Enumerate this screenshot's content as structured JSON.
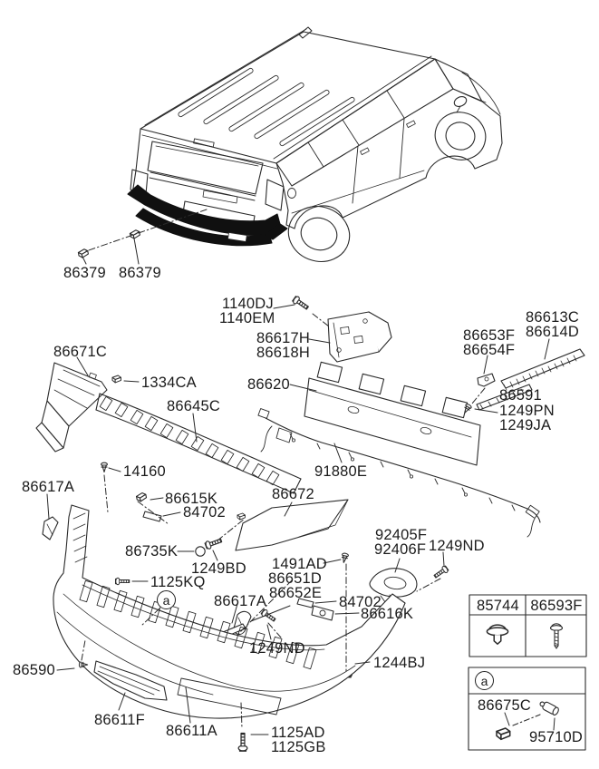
{
  "figure": {
    "kind": "exploded-parts-diagram",
    "vehicle_view": "suv-rear-three-quarter-isometric"
  },
  "colors": {
    "line": "#2a2a2a",
    "bumper_fill": "#101010",
    "background": "#ffffff"
  },
  "labels": {
    "b86379a": "86379",
    "b86379b": "86379",
    "b1140dj": "1140DJ",
    "b1140em": "1140EM",
    "b86617h": "86617H",
    "b86618h": "86618H",
    "b86620": "86620",
    "b86613c": "86613C",
    "b86614d": "86614D",
    "b86653f": "86653F",
    "b86654f": "86654F",
    "b86591": "86591",
    "b1249pn": "1249PN",
    "b1249ja": "1249JA",
    "b86671c": "86671C",
    "b1334ca": "1334CA",
    "b86645c": "86645C",
    "b14160": "14160",
    "b86617a1": "86617A",
    "b86615k": "86615K",
    "b84702a": "84702",
    "b86672": "86672",
    "b91880e": "91880E",
    "b86735k": "86735K",
    "b1249bd": "1249BD",
    "b1125kq": "1125KQ",
    "b1491ad": "1491AD",
    "b86651d": "86651D",
    "b86652e": "86652E",
    "b86617a2": "86617A",
    "b84702b": "84702",
    "b86616k": "86616K",
    "b92405f": "92405F",
    "b92406f": "92406F",
    "b1249nd1": "1249ND",
    "b1249nd2": "1249ND",
    "b1244bj": "1244BJ",
    "b86590": "86590",
    "b86611f": "86611F",
    "b86611a": "86611A",
    "b1125ad": "1125AD",
    "b1125gb": "1125GB"
  },
  "legend_table": {
    "columns": [
      "85744",
      "86593F"
    ],
    "icons": [
      "grommet-clip-icon",
      "tapping-screw-icon"
    ]
  },
  "detail_box": {
    "marker": "a",
    "labels": {
      "b86675c": "86675C",
      "b95710d": "95710D"
    },
    "icons": [
      "retainer-clip-icon",
      "parking-sensor-icon"
    ]
  },
  "markers": {
    "callout": "a"
  }
}
